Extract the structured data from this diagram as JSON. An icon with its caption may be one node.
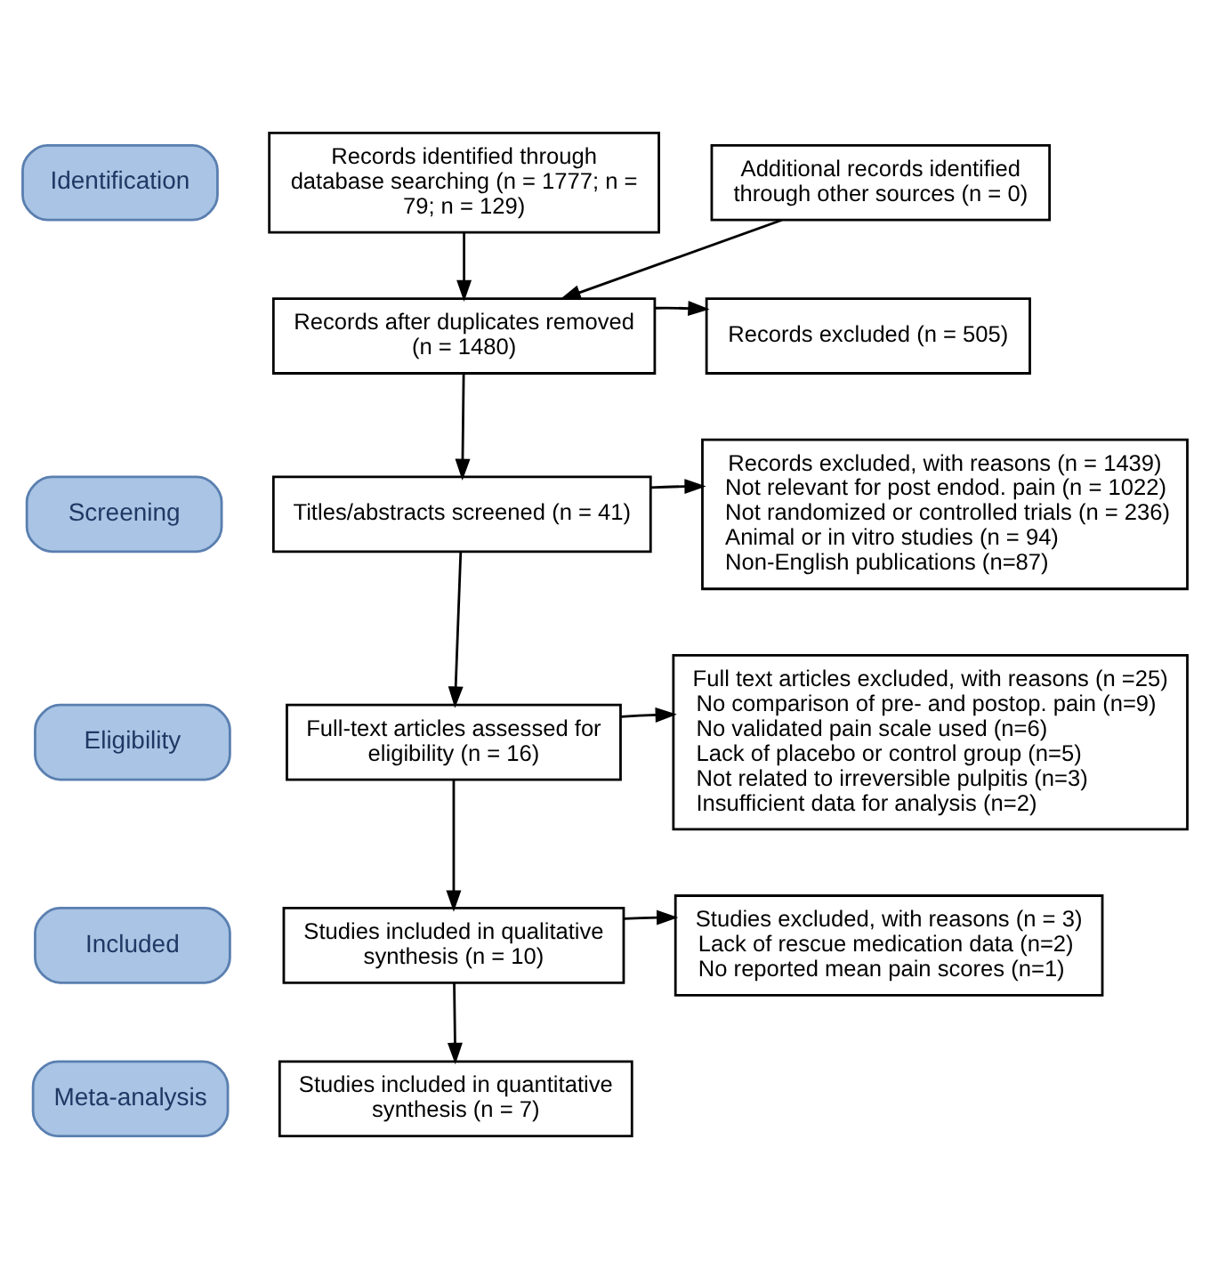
{
  "diagram": {
    "nodes": [
      {
        "text": [
          "Identification"
        ]
      },
      {
        "text": [
          "Screening"
        ]
      },
      {
        "text": [
          "Eligibility"
        ]
      },
      {
        "text": [
          "Included"
        ]
      },
      {
        "text": [
          "Meta-analysis"
        ]
      },
      {
        "text": [
          "Records identified through database searching (n = 1777; n = 79; n = 129)"
        ]
      },
      {
        "text": [
          "Additional records identified through other sources (n = 0)"
        ]
      },
      {
        "text": [
          "Records after duplicates removed (n = 1480)"
        ]
      },
      {
        "text": [
          "Records excluded (n = 505)"
        ]
      },
      {
        "text": [
          "Titles/abstracts screened (n = 41)"
        ]
      },
      {
        "text": [
          "Records excluded, with reasons (n = 1439)",
          "Not relevant for post endod. pain (n = 1022)",
          "Not randomized or controlled trials (n = 236)",
          "Animal or in vitro studies (n = 94)",
          "Non-English publications (n=87)"
        ]
      },
      {
        "text": [
          "Full-text articles assessed for eligibility (n = 16)"
        ]
      },
      {
        "text": [
          "Full text articles excluded, with reasons (n =25)",
          "No comparison of pre- and postop. pain (n=9)",
          "No validated pain scale used (n=6)",
          "Lack of placebo or control group (n=5)",
          "Not related to irreversible pulpitis (n=3)",
          "Insufficient data for analysis (n=2)"
        ]
      },
      {
        "text": [
          "Studies included in qualitative synthesis (n = 10)"
        ]
      },
      {
        "text": [
          "Studies excluded, with reasons (n = 3)",
          "Lack of rescue medication data (n=2)",
          "No reported mean pain scores (n=1)"
        ]
      },
      {
        "text": [
          "Studies included in quantitative synthesis (n = 7)"
        ]
      }
    ],
    "edges": [
      {
        "from": 5,
        "to": 7,
        "arrow": "to"
      },
      {
        "from": 6,
        "to": 7,
        "arrow": "to"
      },
      {
        "from": 7,
        "to": 8,
        "arrow": "to"
      },
      {
        "from": 7,
        "to": 9,
        "arrow": "to"
      },
      {
        "from": 9,
        "to": 10,
        "arrow": "to"
      },
      {
        "from": 9,
        "to": 11,
        "arrow": "to"
      },
      {
        "from": 11,
        "to": 12,
        "arrow": "to"
      },
      {
        "from": 11,
        "to": 13,
        "arrow": "to"
      },
      {
        "from": 13,
        "to": 14,
        "arrow": "to"
      },
      {
        "from": 13,
        "to": 15,
        "arrow": "to"
      }
    ]
  }
}
